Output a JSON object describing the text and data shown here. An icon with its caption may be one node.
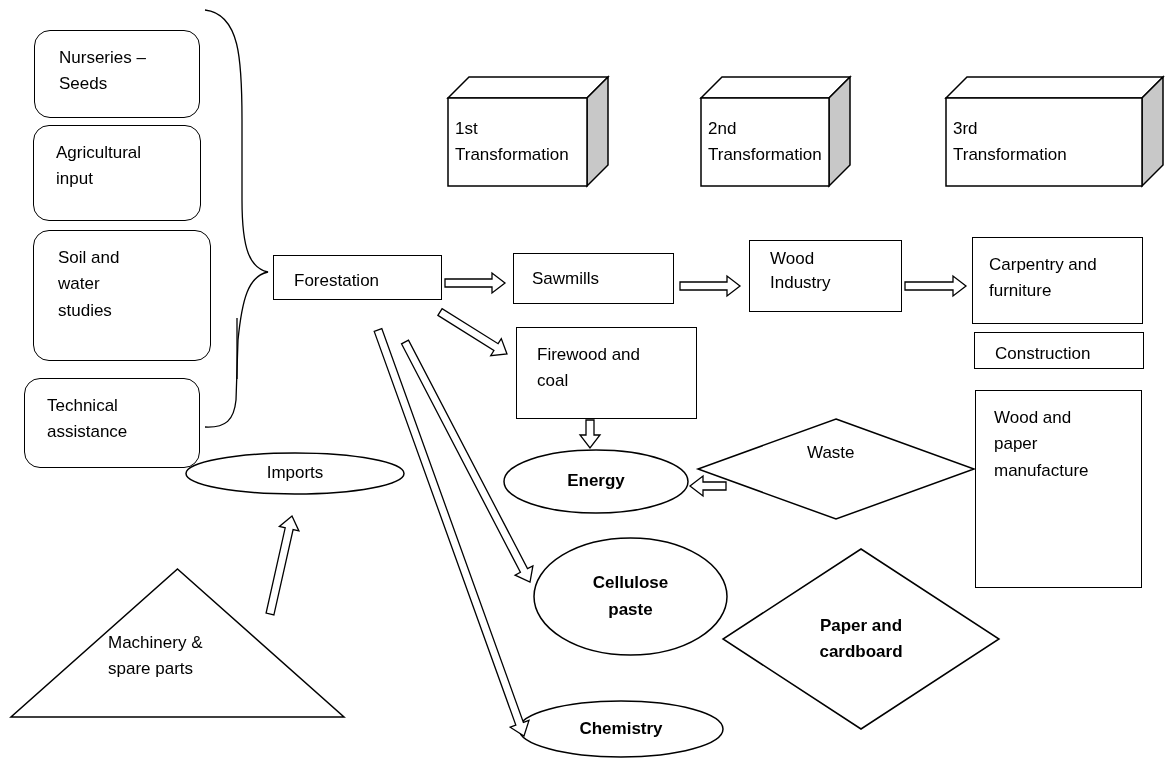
{
  "diagram": {
    "nodes": [
      {
        "text": [
          "Nurseries – Seeds"
        ]
      },
      {
        "text": [
          "Agricultural input"
        ]
      },
      {
        "text": [
          "Soil and water studies"
        ]
      },
      {
        "text": [
          "Technical assistance"
        ]
      },
      {
        "text": [
          "1st Transformation"
        ]
      },
      {
        "text": [
          "2nd Transformation"
        ]
      },
      {
        "text": [
          "3rd Transformation"
        ]
      },
      {
        "text": [
          "Forestation"
        ]
      },
      {
        "text": [
          "Sawmills"
        ]
      },
      {
        "text": [
          "Wood Industry"
        ]
      },
      {
        "text": [
          "Carpentry and furniture"
        ]
      },
      {
        "text": [
          "Firewood and coal"
        ]
      },
      {
        "text": [
          "Construction"
        ]
      },
      {
        "text": [
          "Energy"
        ]
      },
      {
        "text": [
          "Waste"
        ]
      },
      {
        "text": [
          "Wood and paper manufacture"
        ]
      },
      {
        "text": [
          "Imports"
        ]
      },
      {
        "text": [
          "Cellulose paste"
        ]
      },
      {
        "text": [
          "Paper and cardboard"
        ]
      },
      {
        "text": [
          "Machinery & spare parts"
        ]
      },
      {
        "text": [
          "Chemistry"
        ]
      }
    ],
    "edges": [
      {
        "from": 7,
        "to": 8,
        "arrow": "to"
      },
      {
        "from": 8,
        "to": 9,
        "arrow": "to"
      },
      {
        "from": 9,
        "to": 10,
        "arrow": "to"
      },
      {
        "from": 7,
        "to": 11,
        "arrow": "to"
      },
      {
        "from": 11,
        "to": 13,
        "arrow": "to"
      },
      {
        "from": 14,
        "to": 13,
        "arrow": "to"
      },
      {
        "from": 19,
        "to": 16,
        "arrow": "to"
      },
      {
        "from": 7,
        "to": 17,
        "arrow": "to"
      },
      {
        "from": 7,
        "to": 20,
        "arrow": "to"
      }
    ]
  }
}
